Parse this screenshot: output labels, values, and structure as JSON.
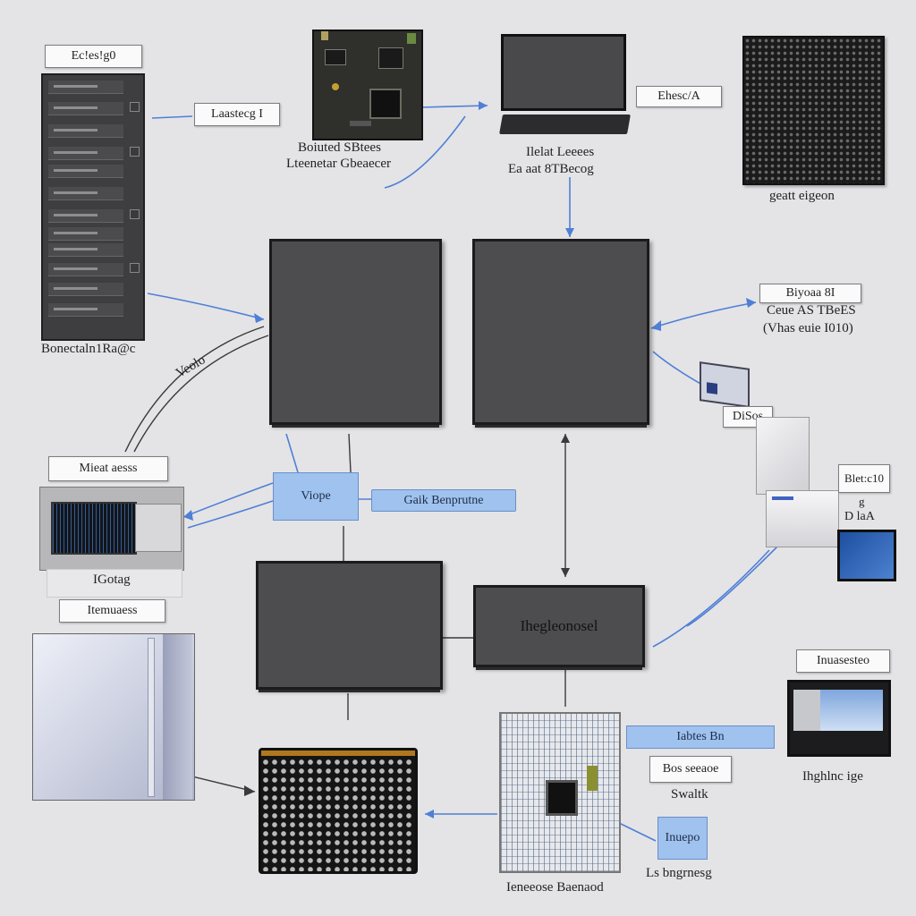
{
  "labels": {
    "rack_title": "Ec!es!g0",
    "rack_caption": "Bonectaln1Ra@c",
    "link_top_left": "Laastecg I",
    "board_caption_line1": "Boiuted SBtees",
    "board_caption_line2": "Lteenetar Gbeaecer",
    "laptop_tag": "Ehesc/A",
    "laptop_caption_line1": "Ilelat Leeees",
    "laptop_caption_line2": "Ea aat 8TBecog",
    "grid_caption": "geatt eigeon",
    "side_tag": "Biyoaa 8I",
    "side_caption_line1": "Ceue AS TBeES",
    "side_caption_line2": "(Vhas euie I010)",
    "diag_label": "Veolo",
    "monitor_tag": "Mieat aesss",
    "monitor_caption": "IGotag",
    "monitor_footer": "Itemuaess",
    "hub_label": "Viope",
    "hub_tag": "Gaik Benprutne",
    "dosa_label": "DiSos",
    "right_tag_line1": "Blet:c10",
    "right_tag_line2": "g",
    "right_tag_line3": "D laA",
    "center_box_label": "Ihegleonosel",
    "right_lower_tag": "Inuasesteo",
    "right_lower_caption": "Ihghlnc ige",
    "blue_tag": "Iabtes Bn",
    "box_tag": "Bos seeaoe",
    "switch_label": "Swaltk",
    "small_blue": "Inuepo",
    "small_blue_caption": "Ls bngrnesg",
    "mb_caption": "Ieneeose Baenaod"
  },
  "colors": {
    "background": "#e4e4e6",
    "screen": "#4d4d4f",
    "wire_blue": "#4f7fd6",
    "wire_dark": "#3a3a3a",
    "accent_box": "#9fc2ee"
  }
}
